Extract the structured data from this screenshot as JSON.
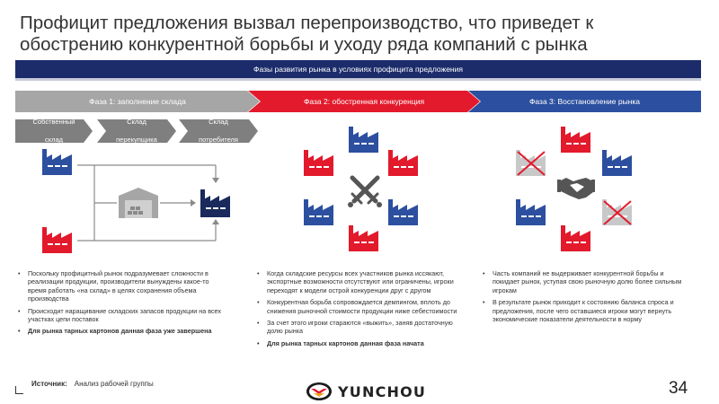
{
  "slide": {
    "title_line1": "Профицит предложения вызвал перепроизводство, что приведет к",
    "title_line2": "обострению конкурентной борьбы и уходу ряда компаний с рынка",
    "banner": "Фазы развития рынка в условиях профицита предложения"
  },
  "phases": [
    {
      "label": "Фаза 1: заполнение склада",
      "color": "#a6a6a6"
    },
    {
      "label": "Фаза 2: обостренная конкуренция",
      "color": "#e3192c"
    },
    {
      "label": "Фаза 3: Восстановление рынка",
      "color": "#2c4f9f"
    }
  ],
  "warehouses": [
    {
      "line1": "Собственный",
      "line2": "склад"
    },
    {
      "line1": "Склад",
      "line2": "перекупщика"
    },
    {
      "line1": "Склад",
      "line2": "потребителя"
    }
  ],
  "colors": {
    "navy": "#1c2c6b",
    "red": "#e3192c",
    "blue": "#2c4f9f",
    "dark_blue": "#1a2a5c",
    "grey": "#a6a6a6"
  },
  "icons": [
    "factory-icon",
    "warehouse-icon",
    "crossed-swords-icon",
    "handshake-icon",
    "cross-mark-icon"
  ],
  "columns": {
    "phase1": [
      {
        "text": "Поскольку профицитный рынок подразумевает сложности в реализации продукции, производители вынуждены какое-то время работать «на склад» в целях сохранения объема производства"
      },
      {
        "text": "Происходит наращивание складских запасов продукции на всех участках цепи поставок"
      },
      {
        "text": "Для рынка тарных картонов данная фаза уже завершена"
      }
    ],
    "phase2": [
      {
        "text": "Когда складские ресурсы всех участников рынка иссякают, экспортные возможности отсутствуют или ограничены, игроки переходят к модели острой конкуренции друг с другом"
      },
      {
        "text": "Конкурентная борьба сопровождается демпингом, вплоть до снижения рыночной стоимости продукции ниже себестоимости"
      },
      {
        "text": "За счет этого игроки стараются «выжить», заняв достаточную долю рынка"
      },
      {
        "text": "Для рынка тарных картонов данная фаза начата"
      }
    ],
    "phase3": [
      {
        "text": "Часть компаний не выдерживает конкурентной борьбы и покидает рынок, уступая свою рыночную долю более сильным игрокам"
      },
      {
        "text": "В результате рынок приходит к состоянию баланса спроса и предложения, после чего оставшиеся игроки могут вернуть экономические показатели деятельности в норму"
      }
    ]
  },
  "footer": {
    "source_label": "Источник:",
    "source_text": "Анализ рабочей группы",
    "logo_text": "YUNCHOU",
    "page_number": "34"
  }
}
